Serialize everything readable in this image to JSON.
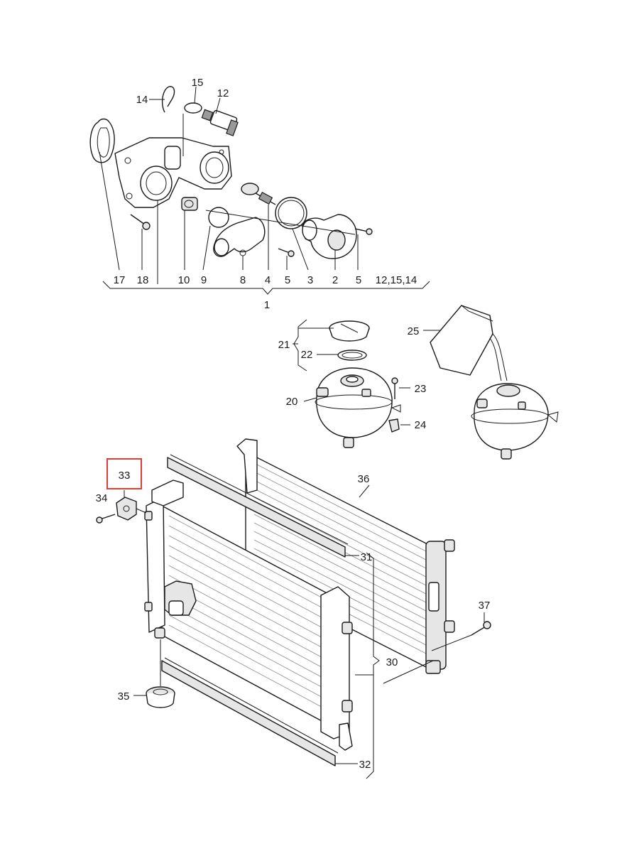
{
  "diagram": {
    "callouts": {
      "c1": "1",
      "c2": "2",
      "c3": "3",
      "c4": "4",
      "c5a": "5",
      "c5b": "5",
      "c8": "8",
      "c9": "9",
      "c10": "10",
      "c12": "12",
      "c14": "14",
      "c15": "15",
      "c17": "17",
      "c18": "18",
      "c_group": "12,15,14",
      "c20": "20",
      "c21": "21",
      "c22": "22",
      "c23": "23",
      "c24": "24",
      "c25": "25",
      "c30": "30",
      "c31": "31",
      "c32": "32",
      "c33": "33",
      "c34": "34",
      "c35": "35",
      "c36": "36",
      "c37": "37"
    },
    "highlighted_part": "33",
    "colors": {
      "highlight": "#d9403a",
      "line": "#1a1a1a",
      "fill": "#ffffff"
    }
  }
}
